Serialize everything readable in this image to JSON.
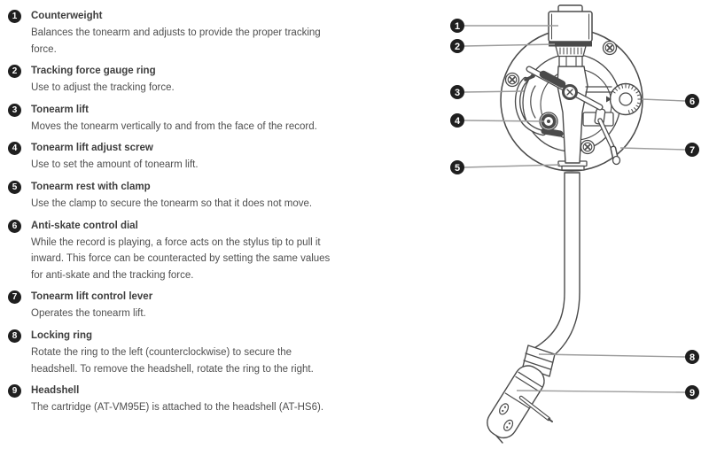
{
  "colors": {
    "ink": "#4a4a4a",
    "leader": "#9c9c9c",
    "badge_bg": "#1f1f1f",
    "badge_text": "#ffffff",
    "heading_text": "#3d3d3d",
    "body_text": "#4f4f4f",
    "background": "#ffffff"
  },
  "legend": {
    "items": [
      {
        "number": "1",
        "title": "Counterweight",
        "lines": [
          "Balances the tonearm and adjusts to provide the proper tracking",
          "force."
        ]
      },
      {
        "number": "2",
        "title": "Tracking force gauge ring",
        "lines": [
          "Use to adjust the tracking force."
        ]
      },
      {
        "number": "3",
        "title": "Tonearm lift",
        "lines": [
          "Moves the tonearm vertically to and from the face of the record."
        ]
      },
      {
        "number": "4",
        "title": "Tonearm lift adjust screw",
        "lines": [
          "Use to set the amount of tonearm lift."
        ]
      },
      {
        "number": "5",
        "title": "Tonearm rest with clamp",
        "lines": [
          "Use the clamp to secure the tonearm so that it does not move."
        ]
      },
      {
        "number": "6",
        "title": "Anti-skate control dial",
        "lines": [
          "While the record is playing, a force acts on the stylus tip to pull it",
          "inward. This force can be counteracted by setting the same values",
          "for anti-skate and the tracking force."
        ]
      },
      {
        "number": "7",
        "title": "Tonearm lift control lever",
        "lines": [
          "Operates the tonearm lift."
        ]
      },
      {
        "number": "8",
        "title": "Locking ring",
        "lines": [
          "Rotate the ring to the left (counterclockwise) to secure the",
          "headshell. To remove the headshell, rotate the ring to the right."
        ]
      },
      {
        "number": "9",
        "title": "Headshell",
        "lines": [
          "The cartridge (AT-VM95E) is attached to the headshell (AT-HS6)."
        ]
      }
    ]
  },
  "diagram": {
    "callouts": [
      {
        "number": "1"
      },
      {
        "number": "2"
      },
      {
        "number": "3"
      },
      {
        "number": "4"
      },
      {
        "number": "5"
      },
      {
        "number": "6"
      },
      {
        "number": "7"
      },
      {
        "number": "8"
      },
      {
        "number": "9"
      }
    ]
  }
}
